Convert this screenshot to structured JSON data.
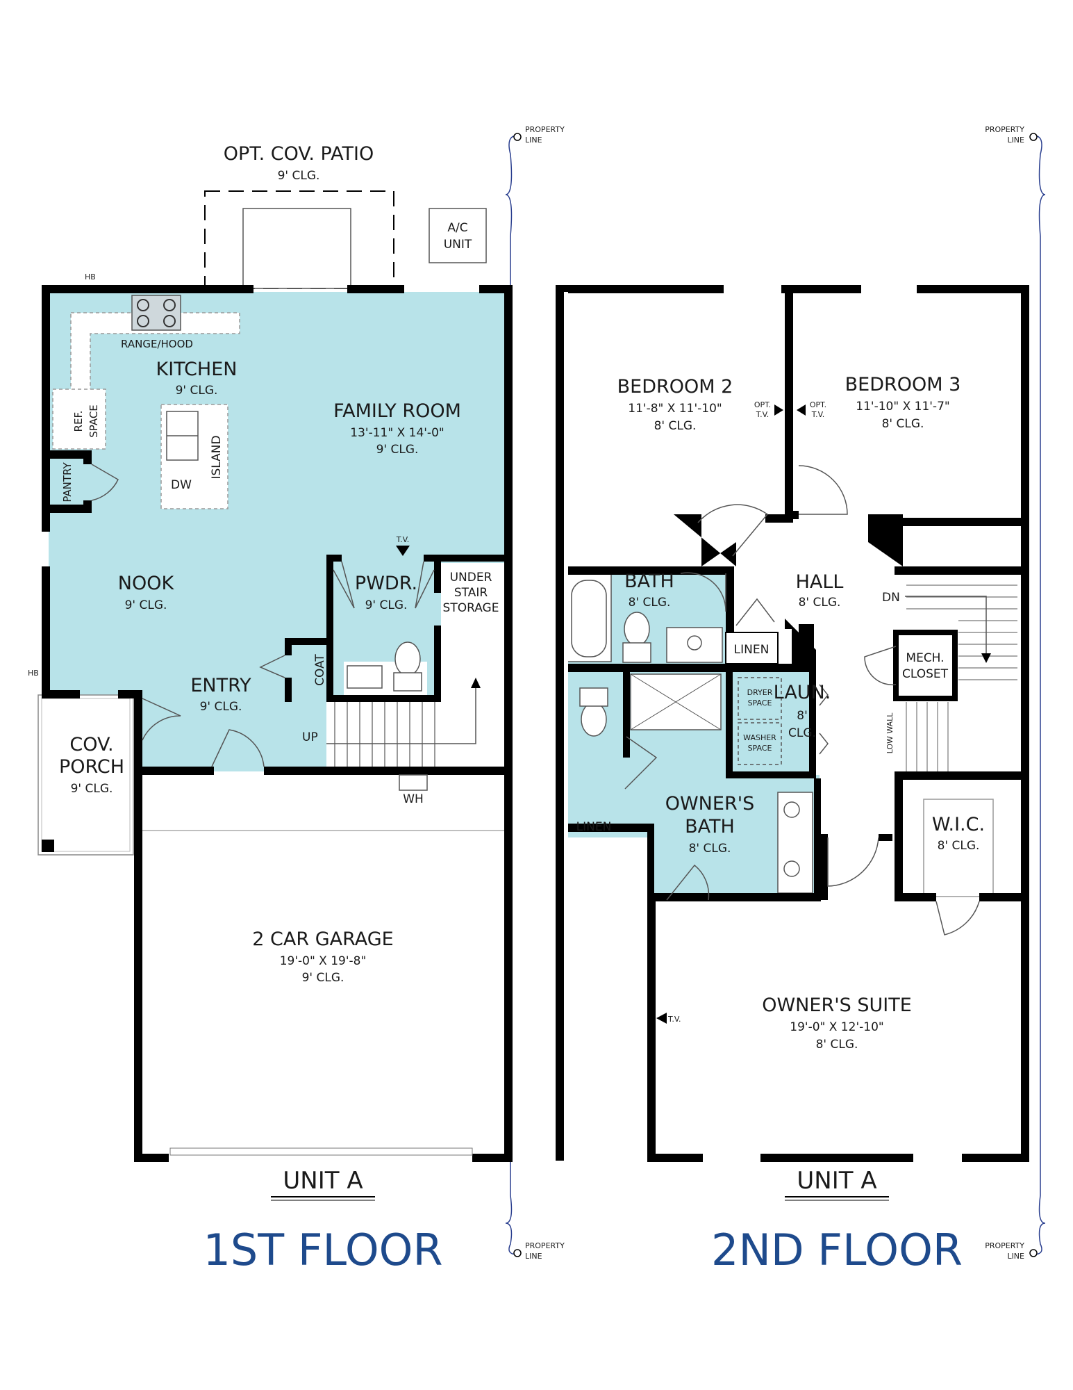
{
  "floor1": {
    "title": "1ST FLOOR",
    "unit": "UNIT A",
    "rooms": {
      "patio": {
        "name": "OPT. COV. PATIO",
        "clg": "9' CLG."
      },
      "ac": {
        "line1": "A/C",
        "line2": "UNIT"
      },
      "kitchen": {
        "name": "KITCHEN",
        "clg": "9' CLG."
      },
      "range": "RANGE/HOOD",
      "ref": {
        "line1": "REF.",
        "line2": "SPACE"
      },
      "pantry": "PANTRY",
      "island": "ISLAND",
      "dw": "DW",
      "family": {
        "name": "FAMILY ROOM",
        "dims": "13'-11\" X 14'-0\"",
        "clg": "9' CLG."
      },
      "nook": {
        "name": "NOOK",
        "clg": "9' CLG."
      },
      "pwdr": {
        "name": "PWDR.",
        "clg": "9' CLG."
      },
      "storage": {
        "line1": "UNDER",
        "line2": "STAIR",
        "line3": "STORAGE"
      },
      "coat": "COAT",
      "entry": {
        "name": "ENTRY",
        "clg": "9' CLG."
      },
      "up": "UP",
      "tv": "T.V.",
      "porch": {
        "line1": "COV.",
        "line2": "PORCH",
        "clg": "9' CLG."
      },
      "garage": {
        "name": "2 CAR GARAGE",
        "dims": "19'-0\" X 19'-8\"",
        "clg": "9' CLG."
      },
      "wh": "WH",
      "hb_top": "HB",
      "hb_left": "HB"
    }
  },
  "floor2": {
    "title": "2ND FLOOR",
    "unit": "UNIT A",
    "rooms": {
      "bed2": {
        "name": "BEDROOM 2",
        "dims": "11'-8\" X 11'-10\"",
        "clg": "8' CLG."
      },
      "bed3": {
        "name": "BEDROOM 3",
        "dims": "11'-10\" X 11'-7\"",
        "clg": "8' CLG."
      },
      "opt_tv_left": {
        "line1": "OPT.",
        "line2": "T.V."
      },
      "opt_tv_right": {
        "line1": "OPT.",
        "line2": "T.V."
      },
      "hall": {
        "name": "HALL",
        "clg": "8' CLG."
      },
      "bath": {
        "name": "BATH",
        "clg": "8' CLG."
      },
      "linen_hall": "LINEN",
      "laun": {
        "name": "LAUN.",
        "clg1": "8'",
        "clg2": "CLG."
      },
      "dryer": {
        "line1": "DRYER",
        "line2": "SPACE"
      },
      "washer": {
        "line1": "WASHER",
        "line2": "SPACE"
      },
      "mech": {
        "line1": "MECH.",
        "line2": "CLOSET"
      },
      "dn": "DN",
      "lowwall": "LOW WALL",
      "owners_bath": {
        "line1": "OWNER'S",
        "line2": "BATH",
        "clg": "8' CLG."
      },
      "linen_bath": "LINEN",
      "wic": {
        "name": "W.I.C.",
        "clg": "8' CLG."
      },
      "suite": {
        "name": "OWNER'S SUITE",
        "dims": "19'-0\" X 12'-10\"",
        "clg": "8' CLG."
      },
      "tv": "T.V."
    }
  },
  "property_line": {
    "line1": "PROPERTY",
    "line2": "LINE"
  },
  "colors": {
    "fill": "#b8e3e9",
    "wall": "#000000",
    "title": "#1e4a8c",
    "property_line": "#2a3f8f"
  }
}
